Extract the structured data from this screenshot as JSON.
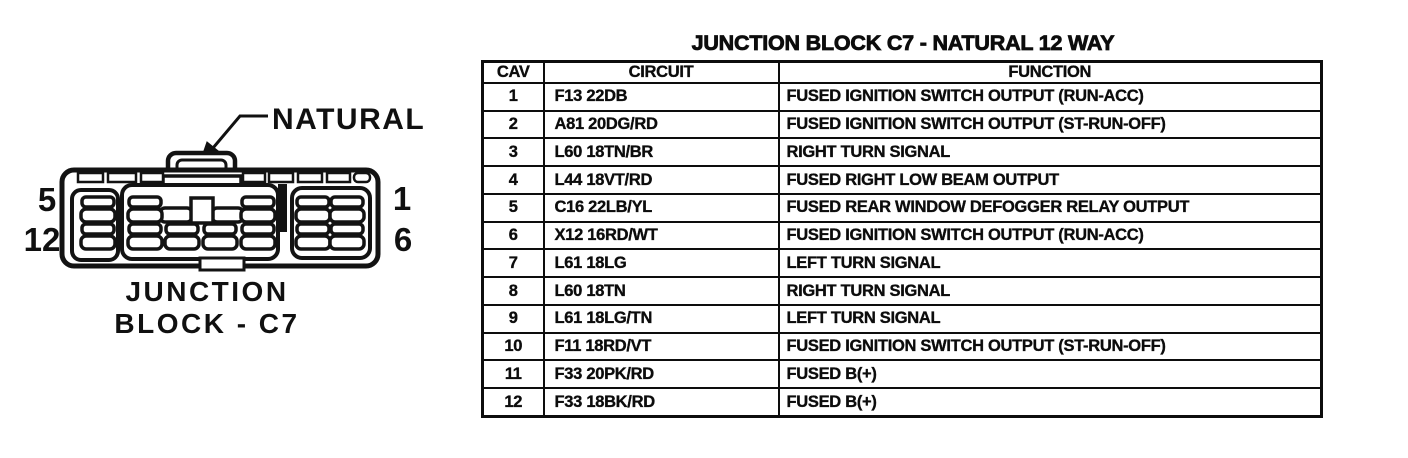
{
  "page": {
    "background": "#ffffff",
    "ink": "#0c0c0c"
  },
  "diagram": {
    "connector_color_label": "NATURAL",
    "caption_line1": "JUNCTION",
    "caption_line2": "BLOCK - C7",
    "pin_labels": {
      "top_left": "5",
      "bottom_left": "12",
      "top_right": "1",
      "bottom_right": "6"
    }
  },
  "table": {
    "title": "JUNCTION BLOCK C7 - NATURAL 12 WAY",
    "columns": [
      "CAV",
      "CIRCUIT",
      "FUNCTION"
    ],
    "rows": [
      {
        "cav": "1",
        "circuit": "F13 22DB",
        "function": "FUSED IGNITION SWITCH OUTPUT (RUN-ACC)"
      },
      {
        "cav": "2",
        "circuit": "A81 20DG/RD",
        "function": "FUSED IGNITION SWITCH OUTPUT (ST-RUN-OFF)"
      },
      {
        "cav": "3",
        "circuit": "L60 18TN/BR",
        "function": "RIGHT TURN SIGNAL"
      },
      {
        "cav": "4",
        "circuit": "L44 18VT/RD",
        "function": "FUSED RIGHT LOW BEAM OUTPUT"
      },
      {
        "cav": "5",
        "circuit": "C16 22LB/YL",
        "function": "FUSED REAR WINDOW DEFOGGER RELAY OUTPUT"
      },
      {
        "cav": "6",
        "circuit": "X12 16RD/WT",
        "function": "FUSED IGNITION SWITCH OUTPUT (RUN-ACC)"
      },
      {
        "cav": "7",
        "circuit": "L61 18LG",
        "function": "LEFT TURN SIGNAL"
      },
      {
        "cav": "8",
        "circuit": "L60 18TN",
        "function": "RIGHT TURN SIGNAL"
      },
      {
        "cav": "9",
        "circuit": "L61 18LG/TN",
        "function": "LEFT TURN SIGNAL"
      },
      {
        "cav": "10",
        "circuit": "F11 18RD/VT",
        "function": "FUSED IGNITION SWITCH OUTPUT (ST-RUN-OFF)"
      },
      {
        "cav": "11",
        "circuit": "F33 20PK/RD",
        "function": "FUSED B(+)"
      },
      {
        "cav": "12",
        "circuit": "F33 18BK/RD",
        "function": "FUSED B(+)"
      }
    ]
  }
}
